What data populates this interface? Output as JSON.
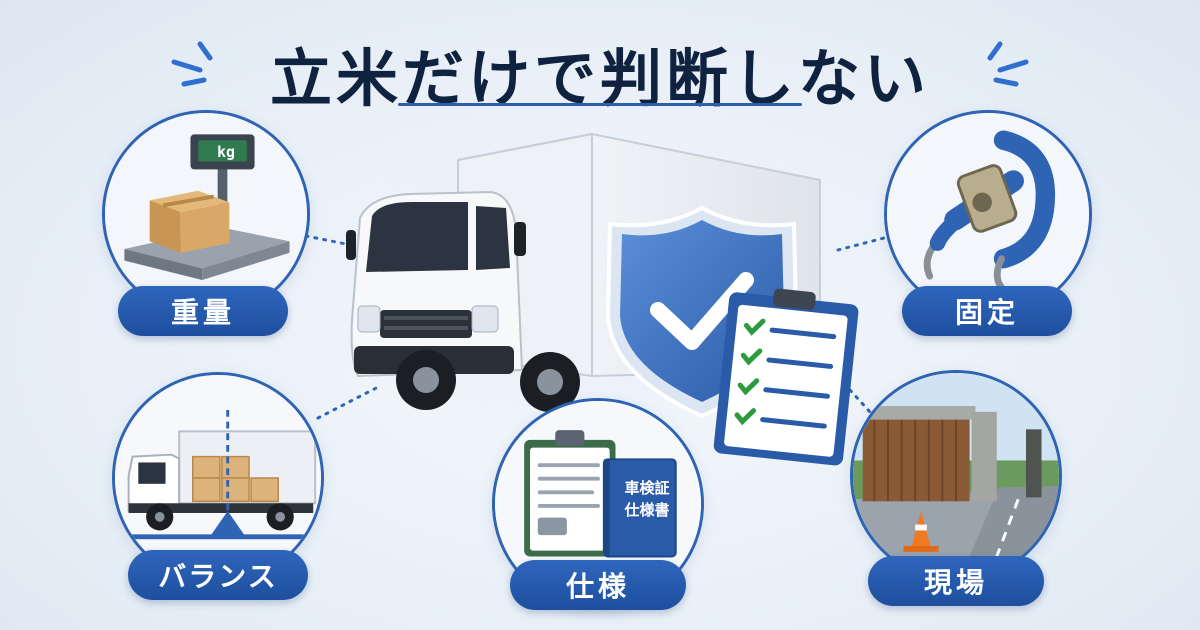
{
  "title": "立米だけで判断しない",
  "center": {
    "icons": [
      "truck-icon",
      "shield-check-icon",
      "clipboard-checklist-icon"
    ]
  },
  "items": [
    {
      "label": "重量",
      "icon": "scale-icon",
      "scale_display": "kg"
    },
    {
      "label": "固定",
      "icon": "ratchet-strap-icon"
    },
    {
      "label": "バランス",
      "icon": "balance-truck-icon"
    },
    {
      "label": "仕様",
      "icon": "document-icon",
      "doc_text_line1": "車検証",
      "doc_text_line2": "仕様書"
    },
    {
      "label": "現場",
      "icon": "gate-road-icon"
    }
  ],
  "colors": {
    "accent": "#2f63b4",
    "title": "#0f2240",
    "background": "#e8eff7"
  }
}
